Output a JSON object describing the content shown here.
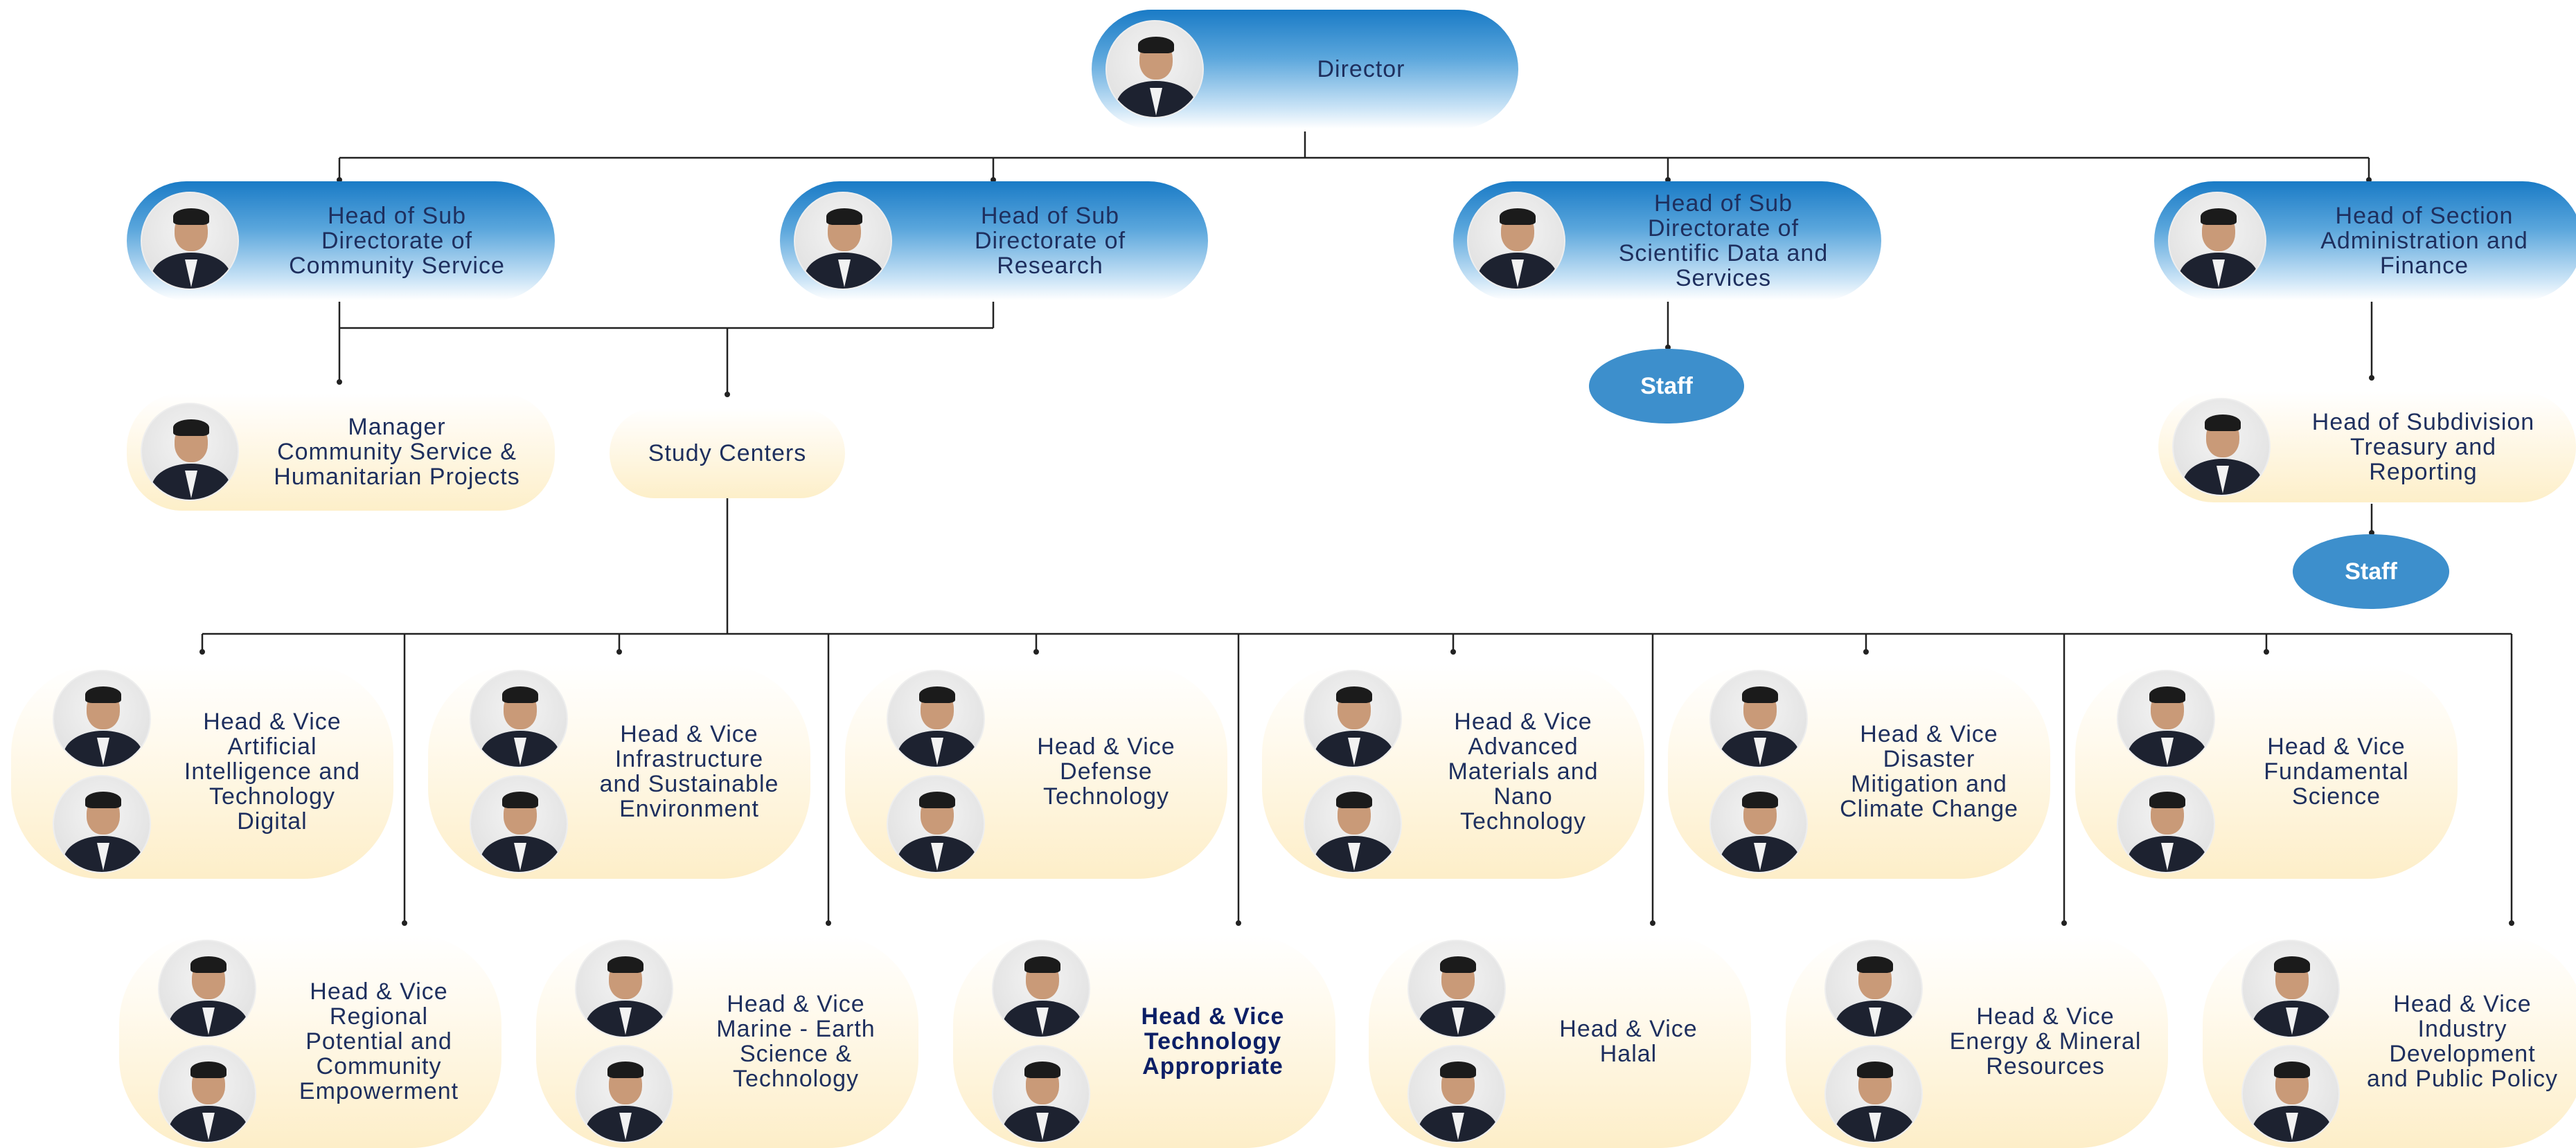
{
  "director": {
    "label": "Director"
  },
  "level1": [
    {
      "id": "community",
      "label": "Head of Sub\nDirectorate of\nCommunity Service"
    },
    {
      "id": "research",
      "label": "Head of Sub\nDirectorate of\nResearch"
    },
    {
      "id": "scidata",
      "label": "Head of Sub\nDirectorate of\nScientific Data and\nServices"
    },
    {
      "id": "admin",
      "label": "Head of Section\nAdministration and\nFinance"
    }
  ],
  "level2": {
    "manager": "Manager\nCommunity Service &\nHumanitarian Projects",
    "study_centers": "Study Centers",
    "staff_scidata": "Staff",
    "treasury": "Head of Subdivision\nTreasury and\nReporting",
    "staff_treasury": "Staff"
  },
  "centers_row1": [
    {
      "label": "Head & Vice\nArtificial\nIntelligence and\nTechnology\nDigital"
    },
    {
      "label": "Head & Vice\nInfrastructure\nand Sustainable\nEnvironment"
    },
    {
      "label": "Head & Vice\nDefense\nTechnology"
    },
    {
      "label": "Head & Vice\nAdvanced\nMaterials and\nNano\nTechnology"
    },
    {
      "label": "Head & Vice\nDisaster\nMitigation and\nClimate Change"
    },
    {
      "label": "Head & Vice\nFundamental\nScience"
    }
  ],
  "centers_row2": [
    {
      "label": "Head & Vice\nRegional\nPotential and\nCommunity\nEmpowerment"
    },
    {
      "label": "Head & Vice\nMarine - Earth\nScience &\nTechnology"
    },
    {
      "label": "Head & Vice\nTechnology\nAppropriate",
      "bold": true
    },
    {
      "label": "Head & Vice\nHalal"
    },
    {
      "label": "Head & Vice\nEnergy & Mineral\nResources"
    },
    {
      "label": "Head & Vice\nIndustry\nDevelopment\nand Public Policy"
    }
  ]
}
